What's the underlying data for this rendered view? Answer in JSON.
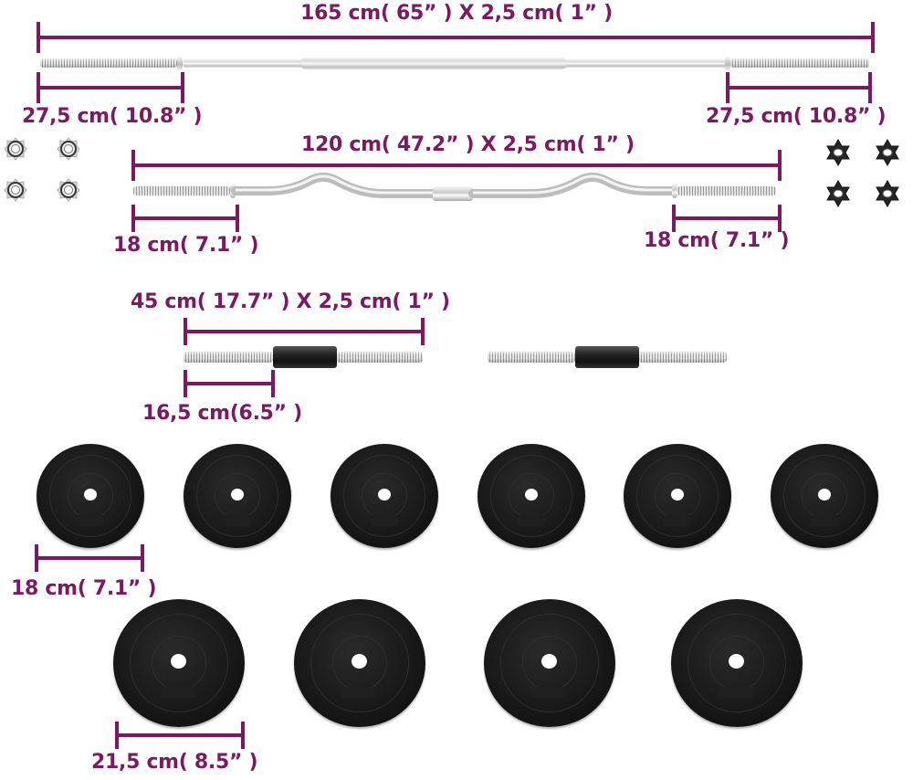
{
  "colors": {
    "dimension": "#7b1a63",
    "plate": "#141414",
    "chrome": "#d8d8d8"
  },
  "straight_bar": {
    "overall_label": "165 cm( 65” ) X 2,5 cm( 1” )",
    "sleeve_left_label": "27,5 cm( 10.8” )",
    "sleeve_right_label": "27,5 cm( 10.8” )"
  },
  "curl_bar": {
    "overall_label": "120 cm( 47.2” ) X 2,5 cm( 1” )",
    "sleeve_left_label": "18 cm( 7.1” )",
    "sleeve_right_label": "18 cm( 7.1” )"
  },
  "dumbbell_bar": {
    "overall_label": "45 cm( 17.7” ) X 2,5 cm( 1” )",
    "sleeve_label": "16,5 cm(6.5” )",
    "count": 2
  },
  "collars": {
    "chrome_count": 4,
    "star_count": 4
  },
  "small_plates": {
    "count": 6,
    "diameter_label": "18 cm( 7.1” )"
  },
  "large_plates": {
    "count": 4,
    "diameter_label": "21,5 cm( 8.5” )"
  }
}
